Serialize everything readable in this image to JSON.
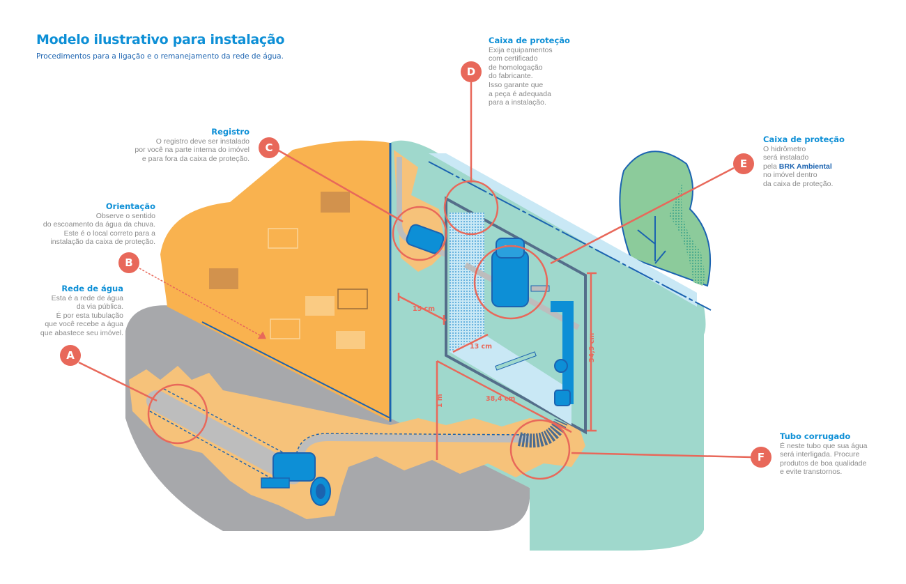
{
  "header": {
    "title": "Modelo ilustrativo para instalação",
    "subtitle": "Procedimentos para a ligação e o remanejamento da rede de água."
  },
  "colors": {
    "accent_blue": "#0d8fd6",
    "dark_blue": "#1b63b0",
    "marker_red": "#e8685a",
    "wall_orange": "#f9b24f",
    "ground_gray": "#a7a8ab",
    "teal": "#9fd8cc",
    "sand": "#f6c27a",
    "tree_green": "#8ccb9b"
  },
  "callouts": [
    {
      "marker": "A",
      "heading": "Rede de água",
      "lines": [
        "Esta é a rede de água",
        "da via pública.",
        "É por esta tubulação",
        "que você recebe a água",
        "que abastece seu imóvel."
      ]
    },
    {
      "marker": "B",
      "heading": "Orientação",
      "lines": [
        "Observe o sentido",
        "do escoamento da água da chuva.",
        "Este é o local correto para a",
        "instalação da caixa de proteção."
      ]
    },
    {
      "marker": "C",
      "heading": "Registro",
      "lines": [
        "O registro deve ser instalado",
        "por você na parte interna do imóvel",
        "e para fora da caixa de proteção."
      ]
    },
    {
      "marker": "D",
      "heading": "Caixa de proteção",
      "lines": [
        "Exija equipamentos",
        "com certificado",
        "de homologação",
        "do fabricante.",
        "Isso garante que",
        "a peça é adequada",
        "para a instalação."
      ]
    },
    {
      "marker": "E",
      "heading": "Caixa de proteção",
      "lines": [
        "O hidrômetro",
        "será instalado",
        "no imóvel dentro",
        "da caixa de proteção."
      ],
      "brand_prefix": "pela ",
      "brand": "BRK Ambiental"
    },
    {
      "marker": "F",
      "heading": "Tubo corrugado",
      "lines": [
        "É neste tubo que sua água",
        "será interligada. Procure",
        "produtos de boa qualidade",
        "e evite transtornos."
      ]
    }
  ],
  "dimensions": {
    "d1": "15 cm",
    "d2": "13 cm",
    "d3": "1 m",
    "d4": "38,4 cm",
    "d5": "34,9 cm"
  }
}
